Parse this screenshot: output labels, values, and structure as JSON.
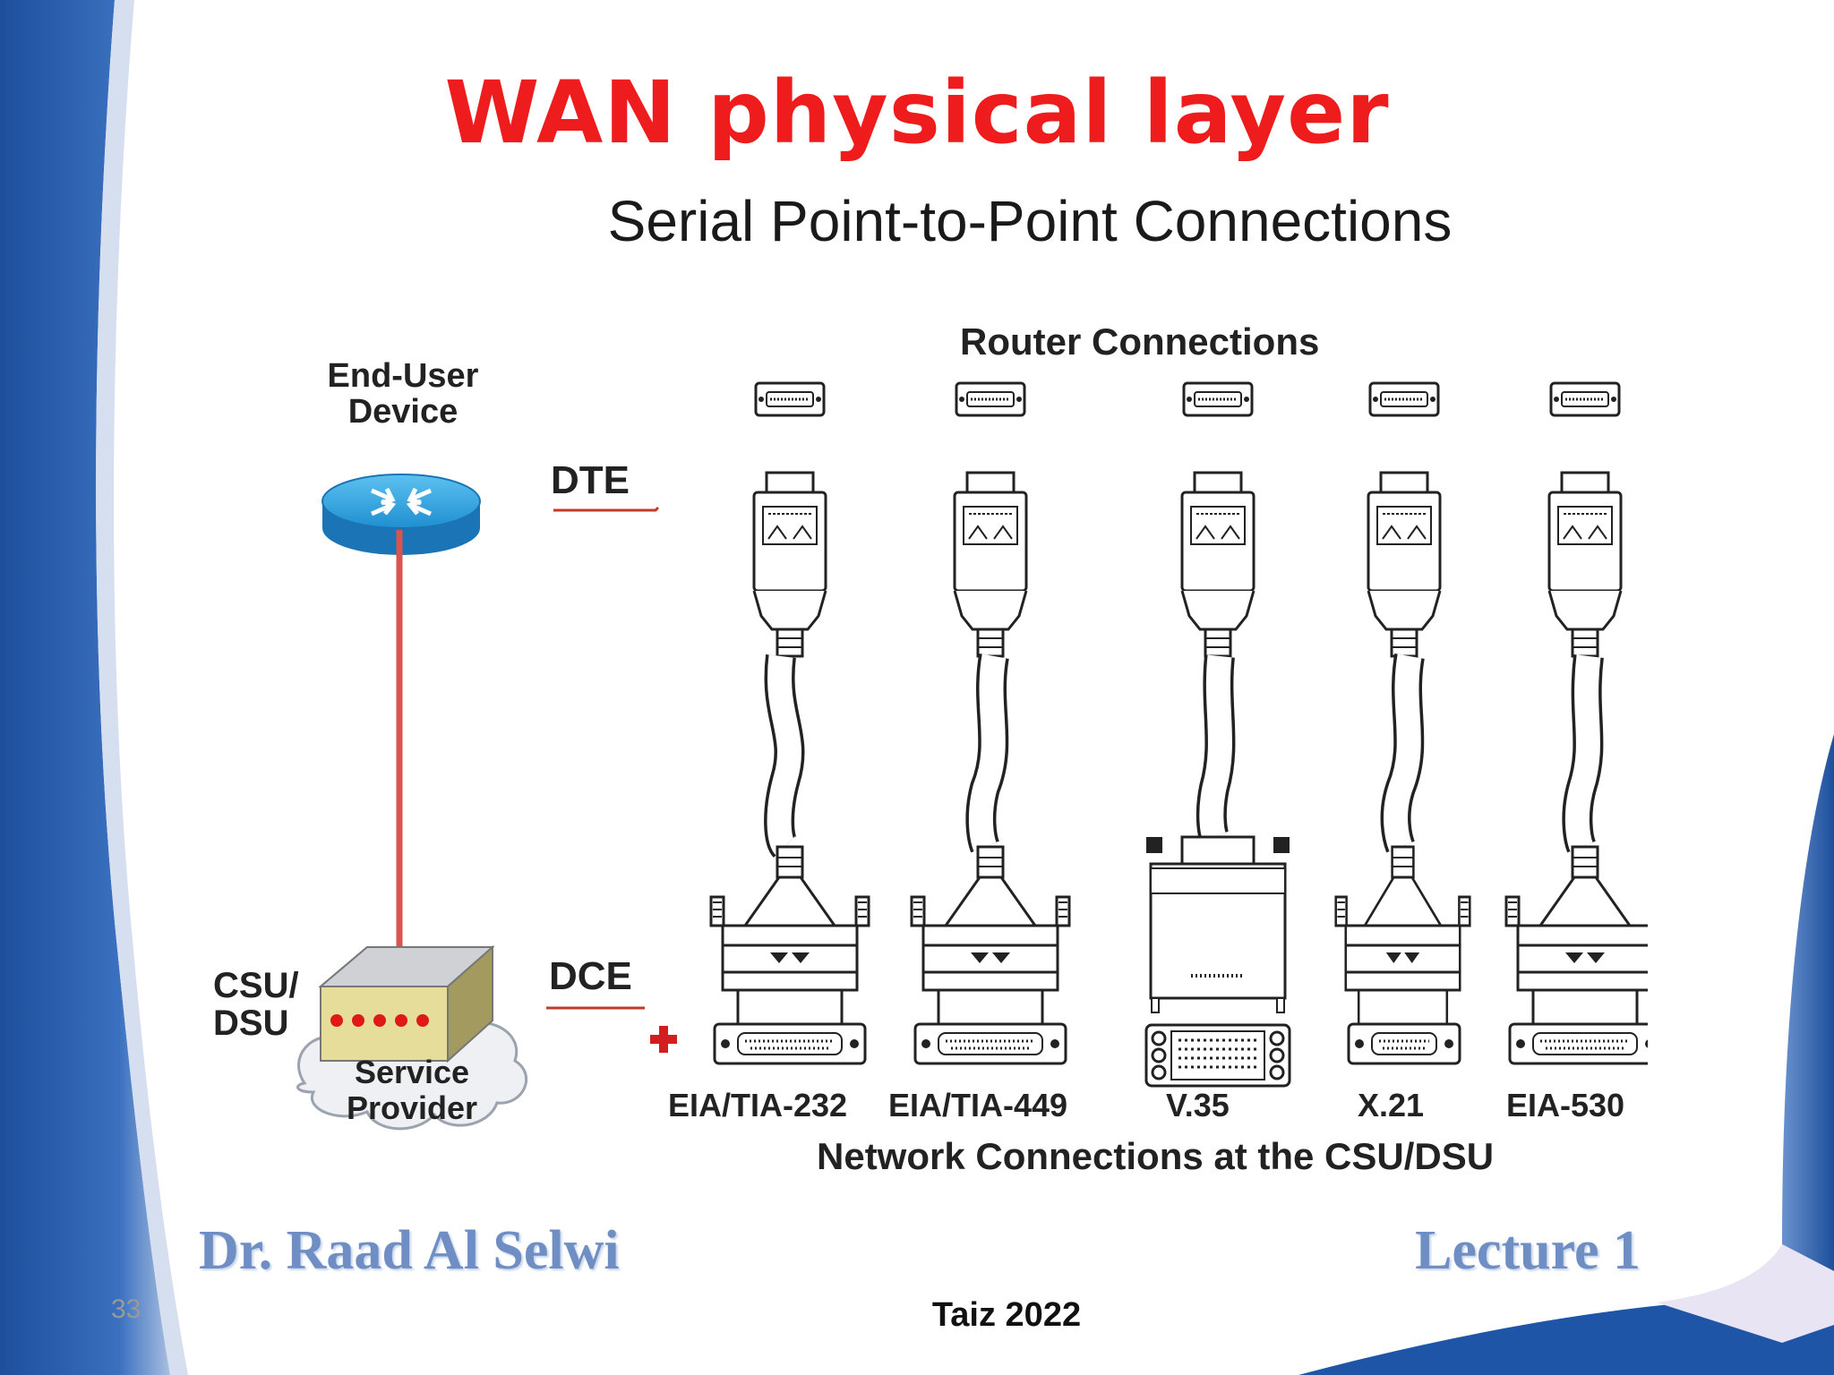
{
  "slide": {
    "title": "WAN physical layer",
    "page_number": "33",
    "author": "Dr. Raad Al Selwi",
    "lecture": "Lecture 1",
    "footer": "Taiz 2022"
  },
  "diagram": {
    "subtitle": "Serial Point-to-Point Connections",
    "router_connections": "Router Connections",
    "network_connections": "Network Connections at the CSU/DSU",
    "end_user_device": "End-User Device",
    "dte": "DTE",
    "dce": "DCE",
    "csu_dsu": "CSU/ DSU",
    "service_provider": "Service Provider",
    "connectors": [
      "EIA/TIA-232",
      "EIA/TIA-449",
      "V.35",
      "X.21",
      "EIA-530"
    ]
  },
  "colors": {
    "title": "#ee1c1c",
    "blue_frame": "#2a5ba8",
    "author_text": "#6f8fc4",
    "link_line": "#d9534f",
    "router_blue": "#1f8fd1"
  }
}
